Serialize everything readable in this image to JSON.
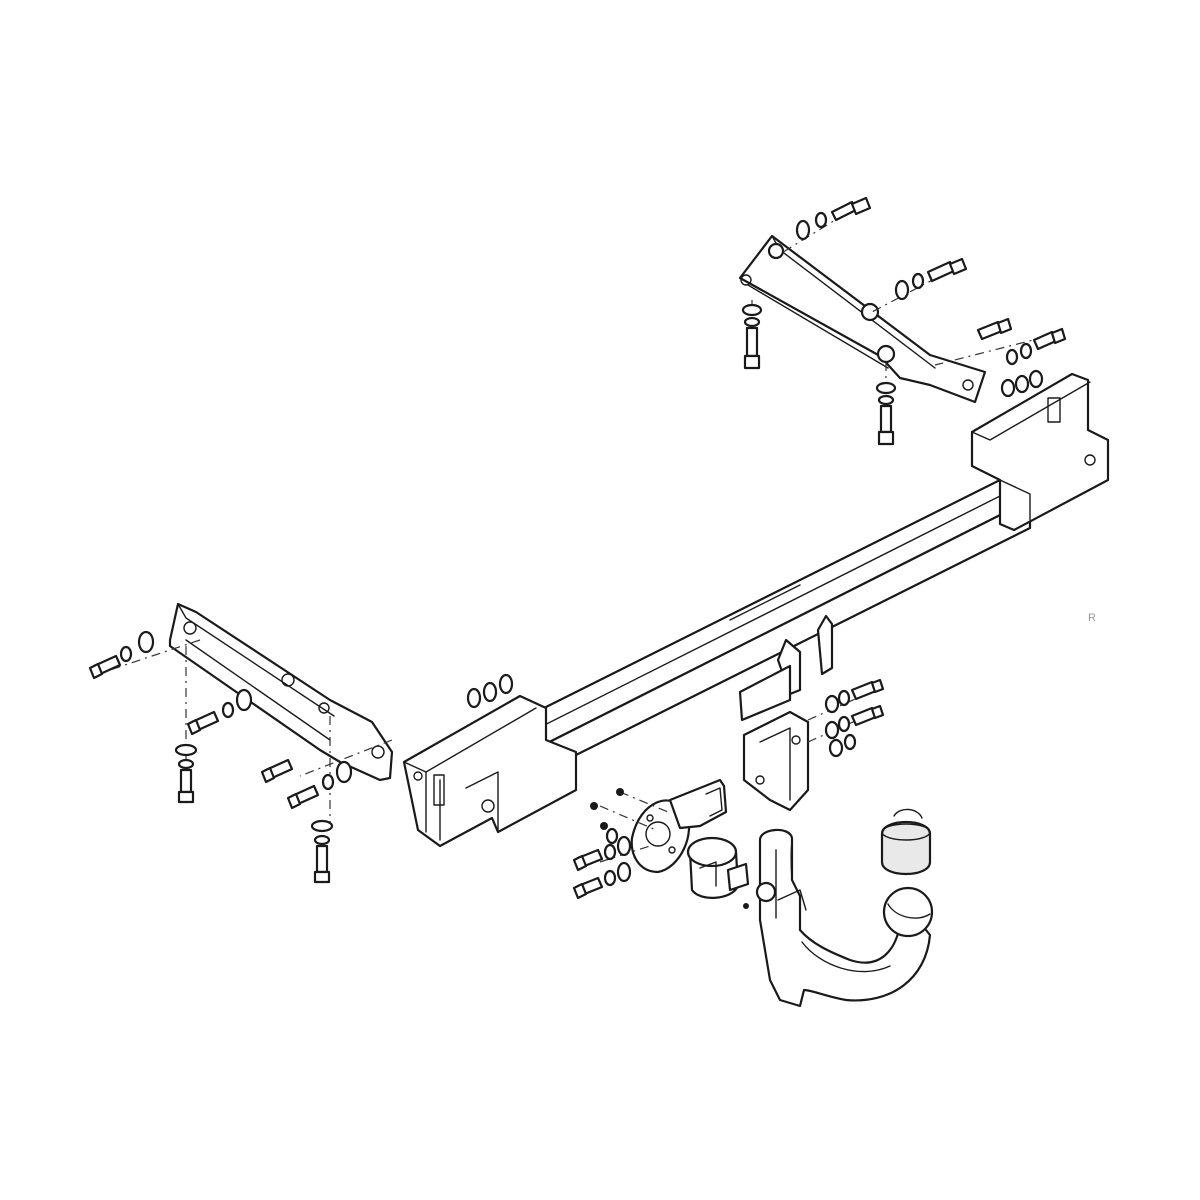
{
  "drawing": {
    "sheet_mark": "R"
  },
  "colors": {
    "line": "#1a1a1a",
    "background": "#ffffff",
    "cap_fill": "#e9e9e9"
  },
  "parts": [
    "crossbar-tube",
    "right-mounting-bracket",
    "left-mounting-bracket",
    "tow-ball-neck",
    "tow-ball-cap",
    "electrical-socket",
    "socket-plate",
    "receiver-bracket",
    "bolt-set"
  ]
}
